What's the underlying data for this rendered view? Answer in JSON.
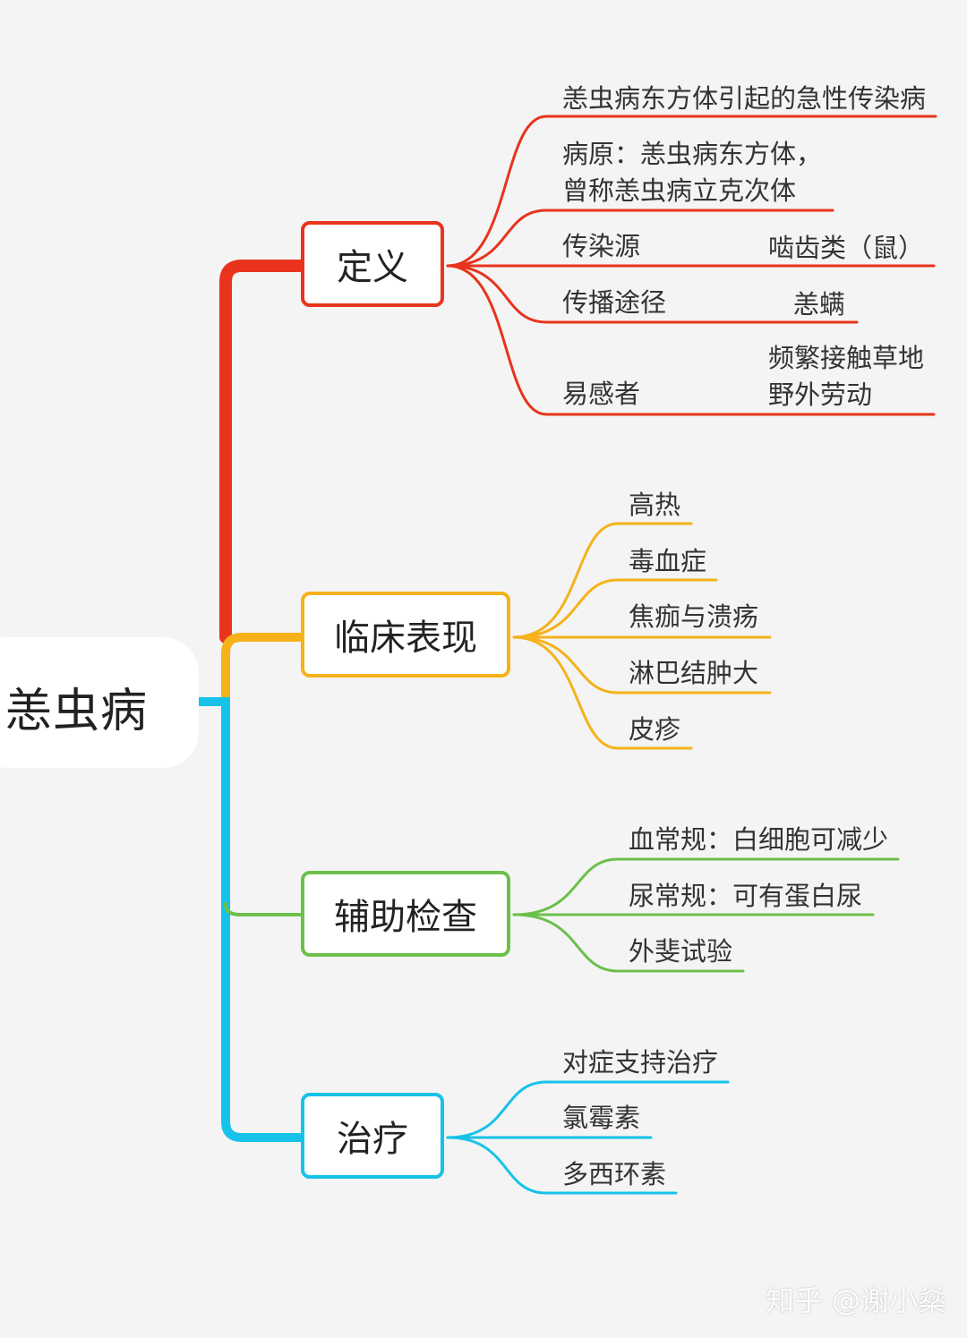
{
  "root": {
    "label": "恙虫病"
  },
  "branches": [
    {
      "label": "定义",
      "color": "#e8341c",
      "leaves": [
        {
          "text": "恙虫病东方体引起的急性传染病"
        },
        {
          "text": "病原：恙虫病东方体，",
          "text2": "曾称恙虫病立克次体"
        },
        {
          "text": "传染源",
          "sub": "啮齿类（鼠）"
        },
        {
          "text": "传播途径",
          "sub": "恙螨"
        },
        {
          "text": "易感者",
          "sub": "频繁接触草地",
          "sub2": "野外劳动"
        }
      ]
    },
    {
      "label": "临床表现",
      "color": "#f5b21a",
      "leaves": [
        {
          "text": "高热"
        },
        {
          "text": "毒血症"
        },
        {
          "text": "焦痂与溃疡"
        },
        {
          "text": "淋巴结肿大"
        },
        {
          "text": "皮疹"
        }
      ]
    },
    {
      "label": "辅助检查",
      "color": "#6cc04a",
      "leaves": [
        {
          "text": "血常规：白细胞可减少"
        },
        {
          "text": "尿常规：可有蛋白尿"
        },
        {
          "text": "外斐试验"
        }
      ]
    },
    {
      "label": "治疗",
      "color": "#17c2e8",
      "leaves": [
        {
          "text": "对症支持治疗"
        },
        {
          "text": "氯霉素"
        },
        {
          "text": "多西环素"
        }
      ]
    }
  ],
  "watermark": "知乎 @谢小燊"
}
